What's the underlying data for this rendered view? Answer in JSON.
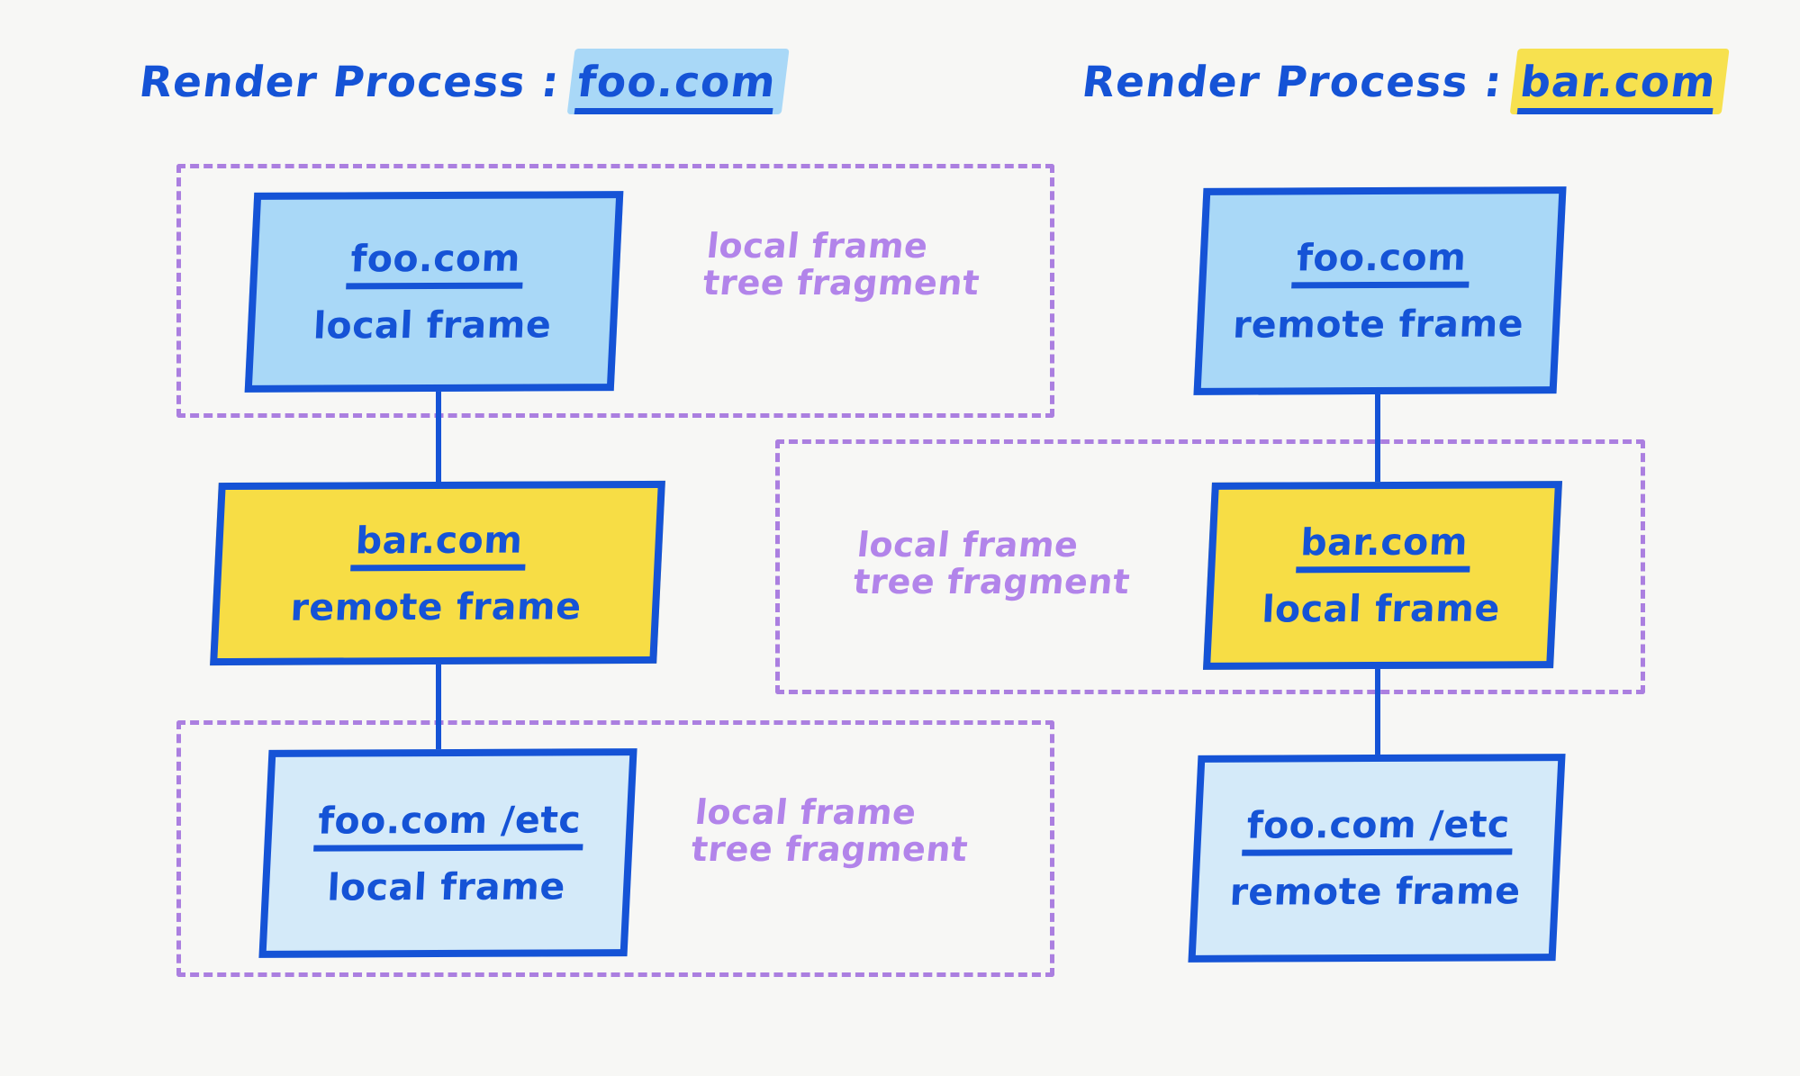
{
  "theme": {
    "background": "#f7f7f5",
    "ink_blue": "#1553d6",
    "purple": "#b284ea",
    "box_blue": "#a9d8f7",
    "box_blue_light": "#d4eaf9",
    "box_yellow": "#f7dd45",
    "highlight_blue": "#a9d8f7",
    "highlight_yellow": "#f7e14f"
  },
  "columns": [
    {
      "id": "left",
      "title_lead": "Render Process :",
      "title_host": "foo.com",
      "highlight": "#a9d8f7",
      "boxes": [
        {
          "url": "foo.com",
          "kind": "local frame",
          "fill": "blue"
        },
        {
          "url": "bar.com",
          "kind": "remote frame",
          "fill": "yellow"
        },
        {
          "url": "foo.com /etc",
          "kind": "local frame",
          "fill": "bluelt"
        }
      ],
      "fragments": [
        {
          "label_line1": "local frame",
          "label_line2": "tree fragment"
        },
        {
          "label_line1": "local frame",
          "label_line2": "tree fragment"
        }
      ]
    },
    {
      "id": "right",
      "title_lead": "Render Process :",
      "title_host": "bar.com",
      "highlight": "#f7e14f",
      "boxes": [
        {
          "url": "foo.com",
          "kind": "remote frame",
          "fill": "blue"
        },
        {
          "url": "bar.com",
          "kind": "local frame",
          "fill": "yellow"
        },
        {
          "url": "foo.com /etc",
          "kind": "remote frame",
          "fill": "bluelt"
        }
      ],
      "fragments": [
        {
          "label_line1": "local frame",
          "label_line2": "tree fragment"
        }
      ]
    }
  ],
  "center_fragment": {
    "label_line1": "local frame",
    "label_line2": "tree fragment"
  }
}
